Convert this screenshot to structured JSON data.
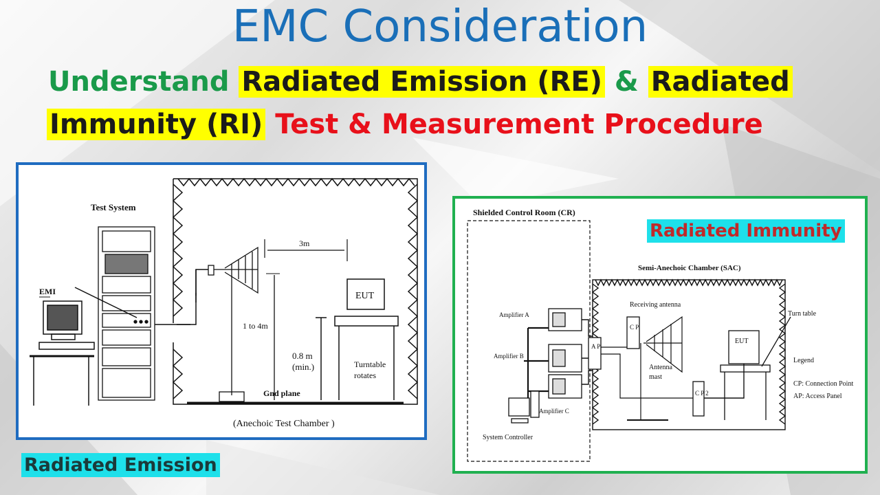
{
  "title": "EMC Consideration",
  "subtitle": {
    "understand": "Understand",
    "re": "Radiated Emission (RE)",
    "amp1": "&",
    "radiated": "Radiated",
    "immunity": "Immunity (RI)",
    "rest": "Test & Measurement Procedure"
  },
  "re_diagram": {
    "test_system": "Test System",
    "emi": "EMI",
    "distance": "3m",
    "height_range": "1 to 4m",
    "eut": "EUT",
    "table_height": "0.8 m",
    "table_height_min": "(min.)",
    "turntable_1": "Turntable",
    "turntable_2": "rotates",
    "gnd_plane": "Gnd plane",
    "chamber": "(Anechoic Test Chamber )",
    "caption": "Radiated Emission"
  },
  "ri_diagram": {
    "control_room": "Shielded  Control Room (CR)",
    "caption": "Radiated Immunity",
    "sac": "Semi-Anechoic Chamber (SAC)",
    "amp_a": "Amplifier A",
    "amp_b": "Amplifier B",
    "amp_c": "Amplifier C",
    "receiving_antenna": "Receiving  antenna",
    "cp": "C P",
    "ap": "A P",
    "antenna_mast_1": "Antenna",
    "antenna_mast_2": "mast",
    "cp2": "C P 2",
    "eut": "EUT",
    "turn_table": "Turn table",
    "legend_title": "Legend",
    "legend_cp": "CP: Connection Point",
    "legend_ap": "AP: Access Panel",
    "system_controller": "System Controller"
  },
  "colors": {
    "title_blue": "#1a6fb8",
    "green": "#1a9a4a",
    "red": "#e8101a",
    "highlight": "#ffff00",
    "caption_bg": "#1ee0ea"
  }
}
